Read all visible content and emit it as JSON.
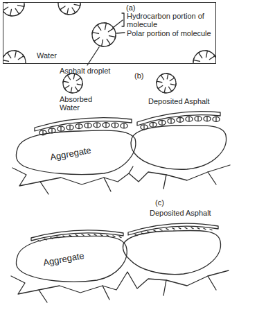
{
  "diagram": {
    "nodes": [
      {
        "text": [
          "Water"
        ]
      },
      {
        "text": [
          "Aggregate"
        ]
      },
      {
        "text": [
          "Aggregate"
        ]
      }
    ],
    "labels": [
      "(a)",
      "Hydrocarbon portion of molecule",
      "Polar portion of molecule",
      "Asphalt droplet",
      "(b)",
      "Absorbed Water",
      "Deposited Asphalt",
      "(c)",
      "Deposited Asphalt"
    ]
  }
}
